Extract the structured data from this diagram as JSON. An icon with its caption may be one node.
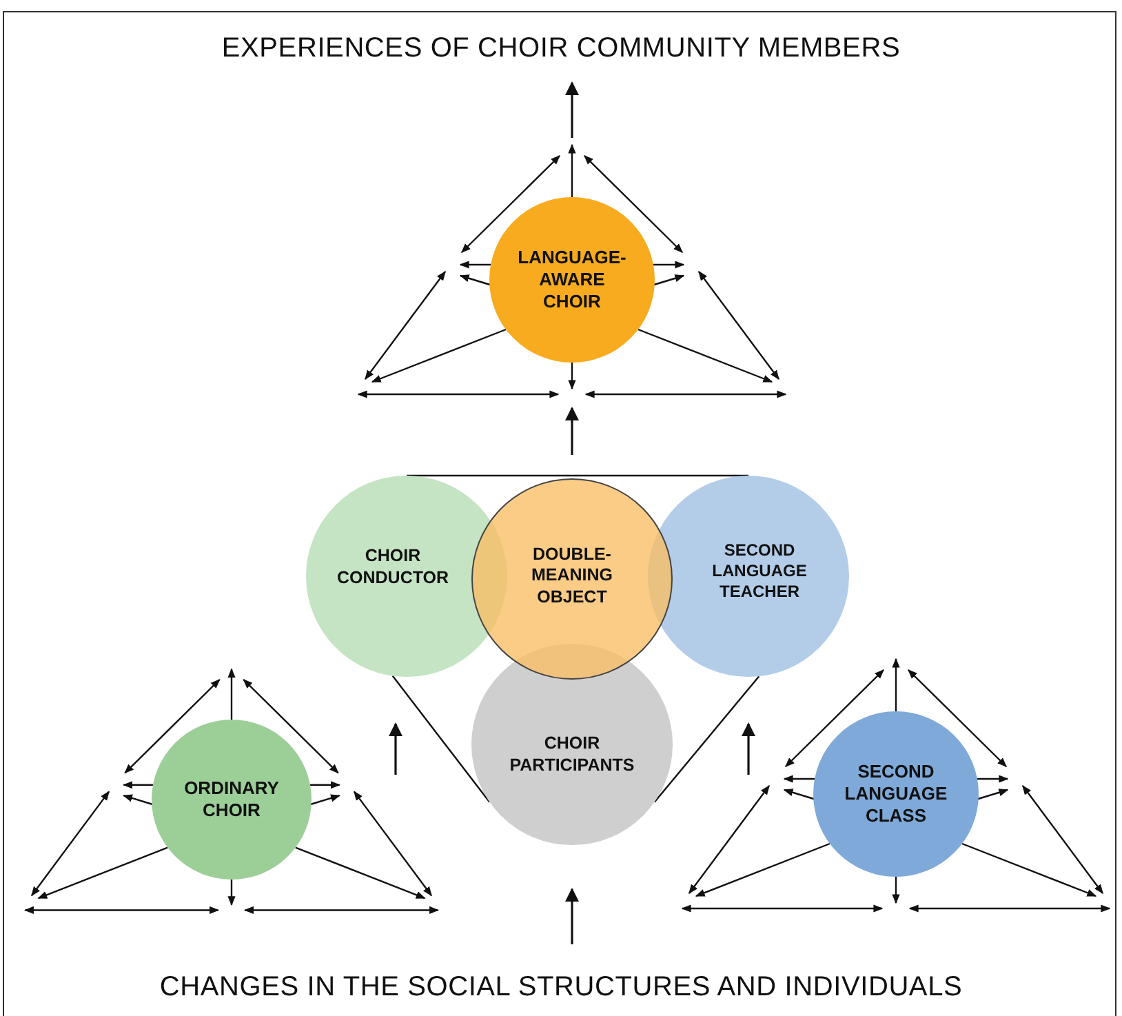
{
  "diagram": {
    "title": "EXPERIENCES OF CHOIR COMMUNITY MEMBERS",
    "nodes": [
      {
        "text": [
          "LANGUAGE- AWARE CHOIR"
        ]
      },
      {
        "text": [
          "CHOIR CONDUCTOR"
        ]
      },
      {
        "text": [
          "DOUBLE- MEANING OBJECT"
        ]
      },
      {
        "text": [
          "SECOND LANGUAGE TEACHER"
        ]
      },
      {
        "text": [
          "CHOIR PARTICIPANTS"
        ]
      },
      {
        "text": [
          "ORDINARY CHOIR"
        ]
      },
      {
        "text": [
          "SECOND LANGUAGE CLASS"
        ]
      }
    ],
    "edges": [
      {
        "from": 1,
        "to": 3,
        "arrow": "none"
      },
      {
        "from": 1,
        "to": 4,
        "arrow": "none"
      },
      {
        "from": 3,
        "to": 4,
        "arrow": "none"
      },
      {
        "from": 0,
        "to": null,
        "arrow": "to"
      },
      {
        "from": 0,
        "to": null,
        "arrow": "to"
      },
      {
        "from": 0,
        "to": null,
        "arrow": "to"
      },
      {
        "from": 0,
        "to": null,
        "arrow": "to"
      },
      {
        "from": 0,
        "to": null,
        "arrow": "to"
      },
      {
        "from": 0,
        "to": null,
        "arrow": "to"
      },
      {
        "from": 0,
        "to": null,
        "arrow": "to"
      },
      {
        "from": 0,
        "to": null,
        "arrow": "to"
      },
      {
        "from": 5,
        "to": null,
        "arrow": "to"
      },
      {
        "from": 5,
        "to": null,
        "arrow": "to"
      },
      {
        "from": 5,
        "to": null,
        "arrow": "to"
      },
      {
        "from": 5,
        "to": null,
        "arrow": "to"
      },
      {
        "from": 5,
        "to": null,
        "arrow": "to"
      },
      {
        "from": 5,
        "to": null,
        "arrow": "to"
      },
      {
        "from": 5,
        "to": null,
        "arrow": "to"
      },
      {
        "from": 5,
        "to": null,
        "arrow": "to"
      },
      {
        "from": 6,
        "to": null,
        "arrow": "to"
      },
      {
        "from": 6,
        "to": null,
        "arrow": "to"
      },
      {
        "from": 6,
        "to": null,
        "arrow": "to"
      },
      {
        "from": 6,
        "to": null,
        "arrow": "to"
      },
      {
        "from": 6,
        "to": null,
        "arrow": "to"
      },
      {
        "from": 6,
        "to": null,
        "arrow": "to"
      },
      {
        "from": 6,
        "to": null,
        "arrow": "to"
      },
      {
        "from": 6,
        "to": null,
        "arrow": "to"
      }
    ],
    "labels": [
      "CHANGES IN THE SOCIAL STRUCTURES AND INDIVIDUALS"
    ]
  }
}
